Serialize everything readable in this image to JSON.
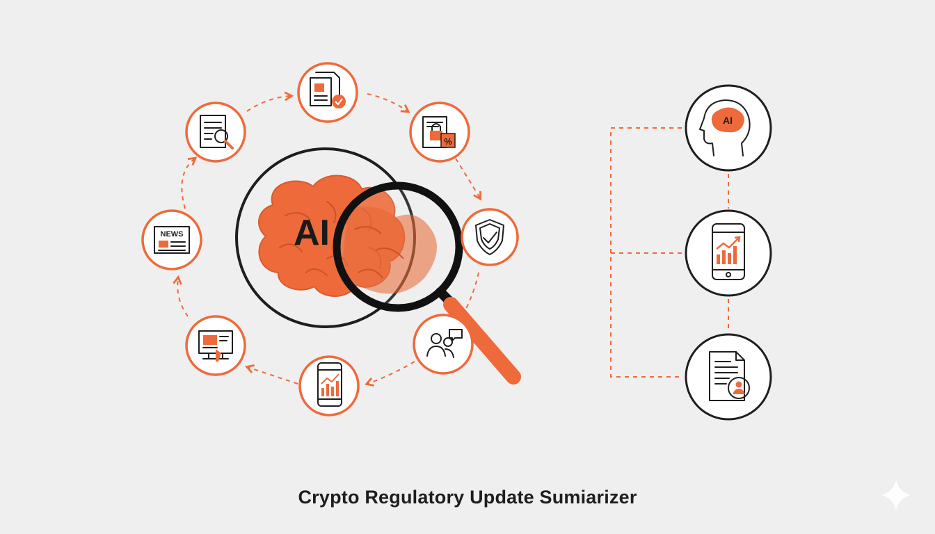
{
  "title": "Crypto Regulatory Update Sumiarizer",
  "hub": {
    "label": "AI"
  },
  "cycle_nodes": [
    {
      "icon": "document-review-icon"
    },
    {
      "icon": "document-search-icon"
    },
    {
      "icon": "lock-percent-document-icon"
    },
    {
      "icon": "shield-check-icon"
    },
    {
      "icon": "users-chat-icon"
    },
    {
      "icon": "phone-growth-chart-icon"
    },
    {
      "icon": "computer-presentation-icon"
    },
    {
      "icon": "newspaper-icon",
      "text": "NEWS"
    }
  ],
  "side_nodes": [
    {
      "icon": "ai-head-icon",
      "text": "AI"
    },
    {
      "icon": "phone-growth-chart-icon"
    },
    {
      "icon": "document-user-icon"
    }
  ],
  "colors": {
    "accent": "#ee6a3b",
    "ink": "#1e1e1e",
    "background": "#efefef"
  }
}
